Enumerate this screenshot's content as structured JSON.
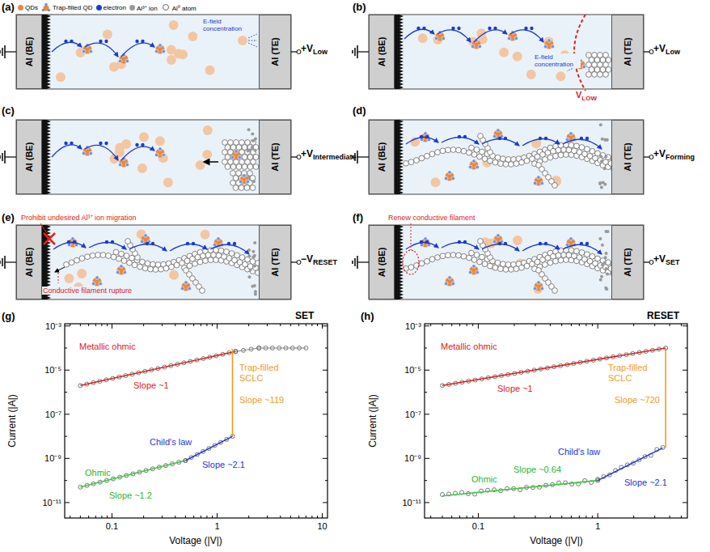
{
  "diagram": {
    "nodes": [
      {
        "text": [
          "Al (BE)"
        ]
      },
      {
        "text": [
          "Al (TE)"
        ]
      },
      {
        "text": [
          "Al (BE)"
        ]
      },
      {
        "text": [
          "Al (TE)"
        ]
      },
      {
        "text": [
          "Al (BE)"
        ]
      },
      {
        "text": [
          "Al (TE)"
        ]
      },
      {
        "text": [
          "Al (BE)"
        ]
      },
      {
        "text": [
          "Al (TE)"
        ]
      },
      {
        "text": [
          "Al (BE)"
        ]
      },
      {
        "text": [
          "Al (TE)"
        ]
      },
      {
        "text": [
          "Al (BE)"
        ]
      },
      {
        "text": [
          "Al (TE)"
        ]
      }
    ],
    "labels": [
      "(a)",
      "E-field concentration",
      "+V",
      "Low",
      "(b)",
      "E-field concentration",
      "+V",
      "Low",
      "V",
      "LOW",
      "(c)",
      "+V",
      "Intermediate",
      "(d)",
      "+V",
      "Forming",
      "(e)",
      "Prohibit undesired Al³⁺ ion migration",
      "Conductive filament rupture",
      "−V",
      "RESET",
      "(f)",
      "Renew conductive filament",
      "+V",
      "SET",
      "(g)",
      "SET",
      "Current (|A|)",
      "Voltage (|V|)",
      "10⁻³",
      "10⁻⁵",
      "10⁻⁷",
      "10⁻⁹",
      "10⁻¹¹",
      "0.1",
      "1",
      "10",
      "Metallic ohmic",
      "Slope ~1",
      "Trap-filled SCLC",
      "Slope ~119",
      "Child's law",
      "Slope ~2.1",
      "Ohmic",
      "Slope ~1.2",
      "(h)",
      "RESET",
      "Current (|A|)",
      "Voltage (|V|)",
      "10⁻³",
      "10⁻⁵",
      "10⁻⁷",
      "10⁻⁹",
      "10⁻¹¹",
      "0.1",
      "1",
      "Metallic ohmic",
      "Slope ~1",
      "Trap-filled SCLC",
      "Slope ~720",
      "Child's law",
      "Slope ~2.1",
      "Ohmic",
      "Slope ~0.64"
    ],
    "legend": [
      {
        "text": "QDs",
        "color": "#e8893c"
      },
      {
        "text": "Trap-filled QD"
      },
      {
        "text": "electron",
        "color": "#1a3ccf"
      },
      {
        "text": "Al³⁺ ion",
        "color": "#999999"
      },
      {
        "text": "Al⁰ atom"
      }
    ]
  }
}
